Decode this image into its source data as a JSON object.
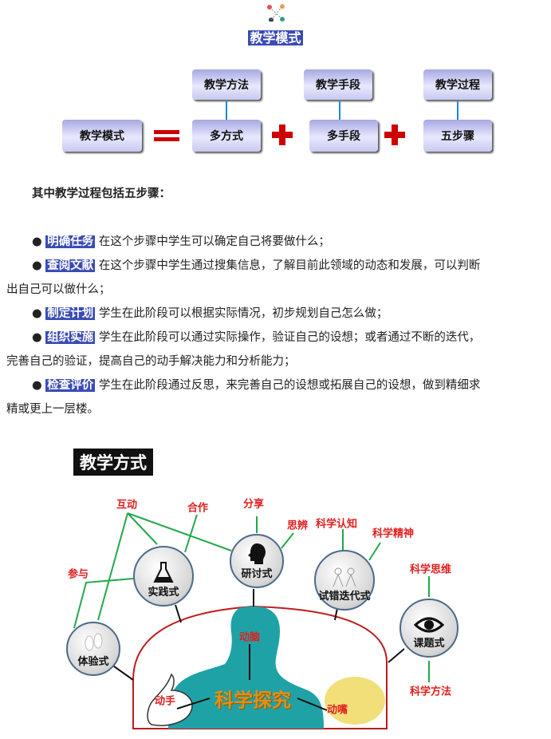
{
  "header": {
    "title": "教学模式"
  },
  "formula": {
    "left": "教学模式",
    "parts": [
      {
        "top": "教学方法",
        "bottom": "多方式"
      },
      {
        "top": "教学手段",
        "bottom": "多手段"
      },
      {
        "top": "教学过程",
        "bottom": "五步骤"
      }
    ]
  },
  "intro": "其中教学过程包括五步骤：",
  "steps": [
    {
      "term": "明确任务",
      "desc": " 在这个步骤中学生可以确定自己将要做什么；"
    },
    {
      "term": "查阅文献",
      "desc": " 在这个步骤中学生通过搜集信息，了解目前此领域的动态和发展，可以判断",
      "cont": "出自己可以做什么；"
    },
    {
      "term": "制定计划",
      "desc": " 学生在此阶段可以根据实际情况，初步规划自己怎么做；"
    },
    {
      "term": "组织实施",
      "desc": " 学生在此阶段可以通过实际操作，验证自己的设想；或者通过不断的迭代，",
      "cont": "完善自己的验证，提高自己的动手解决能力和分析能力；"
    },
    {
      "term": "检查评价",
      "desc": " 学生在此阶段通过反思，来完善自己的设想或拓展自己的设想，做到精细求",
      "cont": "精或更上一层楼。"
    }
  ],
  "diagram": {
    "title": "教学方式",
    "circles": [
      "实践式",
      "研讨式",
      "试错迭代式",
      "课题式",
      "体验式"
    ],
    "labels": [
      "互动",
      "合作",
      "分享",
      "思辨",
      "科学认知",
      "科学精神",
      "科学思维",
      "参与",
      "科学方法",
      "动脑",
      "动手",
      "动嘴"
    ],
    "center": "科学探究"
  }
}
